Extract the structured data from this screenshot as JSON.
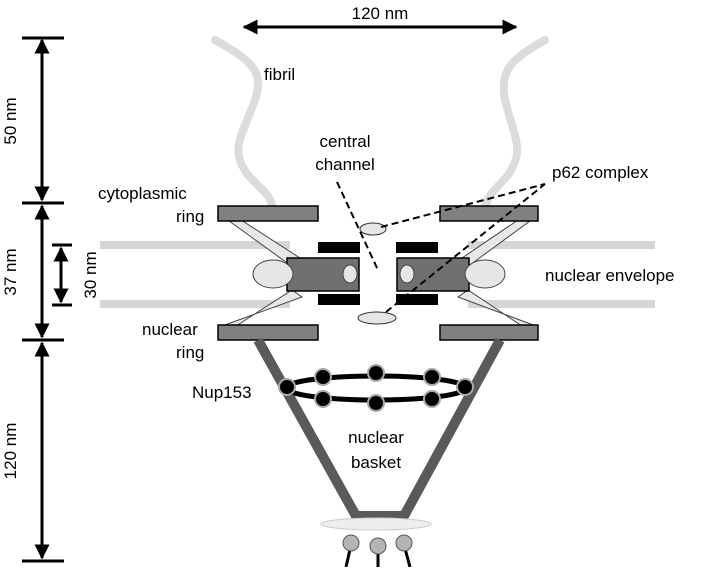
{
  "labels": {
    "width_top": "120 nm",
    "height_fibril": "50 nm",
    "height_ring": "37 nm",
    "height_inner": "30 nm",
    "height_basket": "120 nm",
    "fibril": "fibril",
    "central_channel_1": "central",
    "central_channel_2": "channel",
    "p62": "p62 complex",
    "cyto_ring_1": "cytoplasmic",
    "cyto_ring_2": "ring",
    "nuclear_envelope": "nuclear envelope",
    "nuclear_ring_1": "nuclear",
    "nuclear_ring_2": "ring",
    "nup153": "Nup153",
    "basket_1": "nuclear",
    "basket_2": "basket"
  },
  "colors": {
    "fibril": "#dcdcdc",
    "envelope": "#d6d6d6",
    "ring_fill": "#808080",
    "basket": "#5a5a5a",
    "dark_block": "#000000",
    "light_oval": "#e6e6e6",
    "bead": "#000000",
    "bottom_bead": "#b4b4b4"
  }
}
